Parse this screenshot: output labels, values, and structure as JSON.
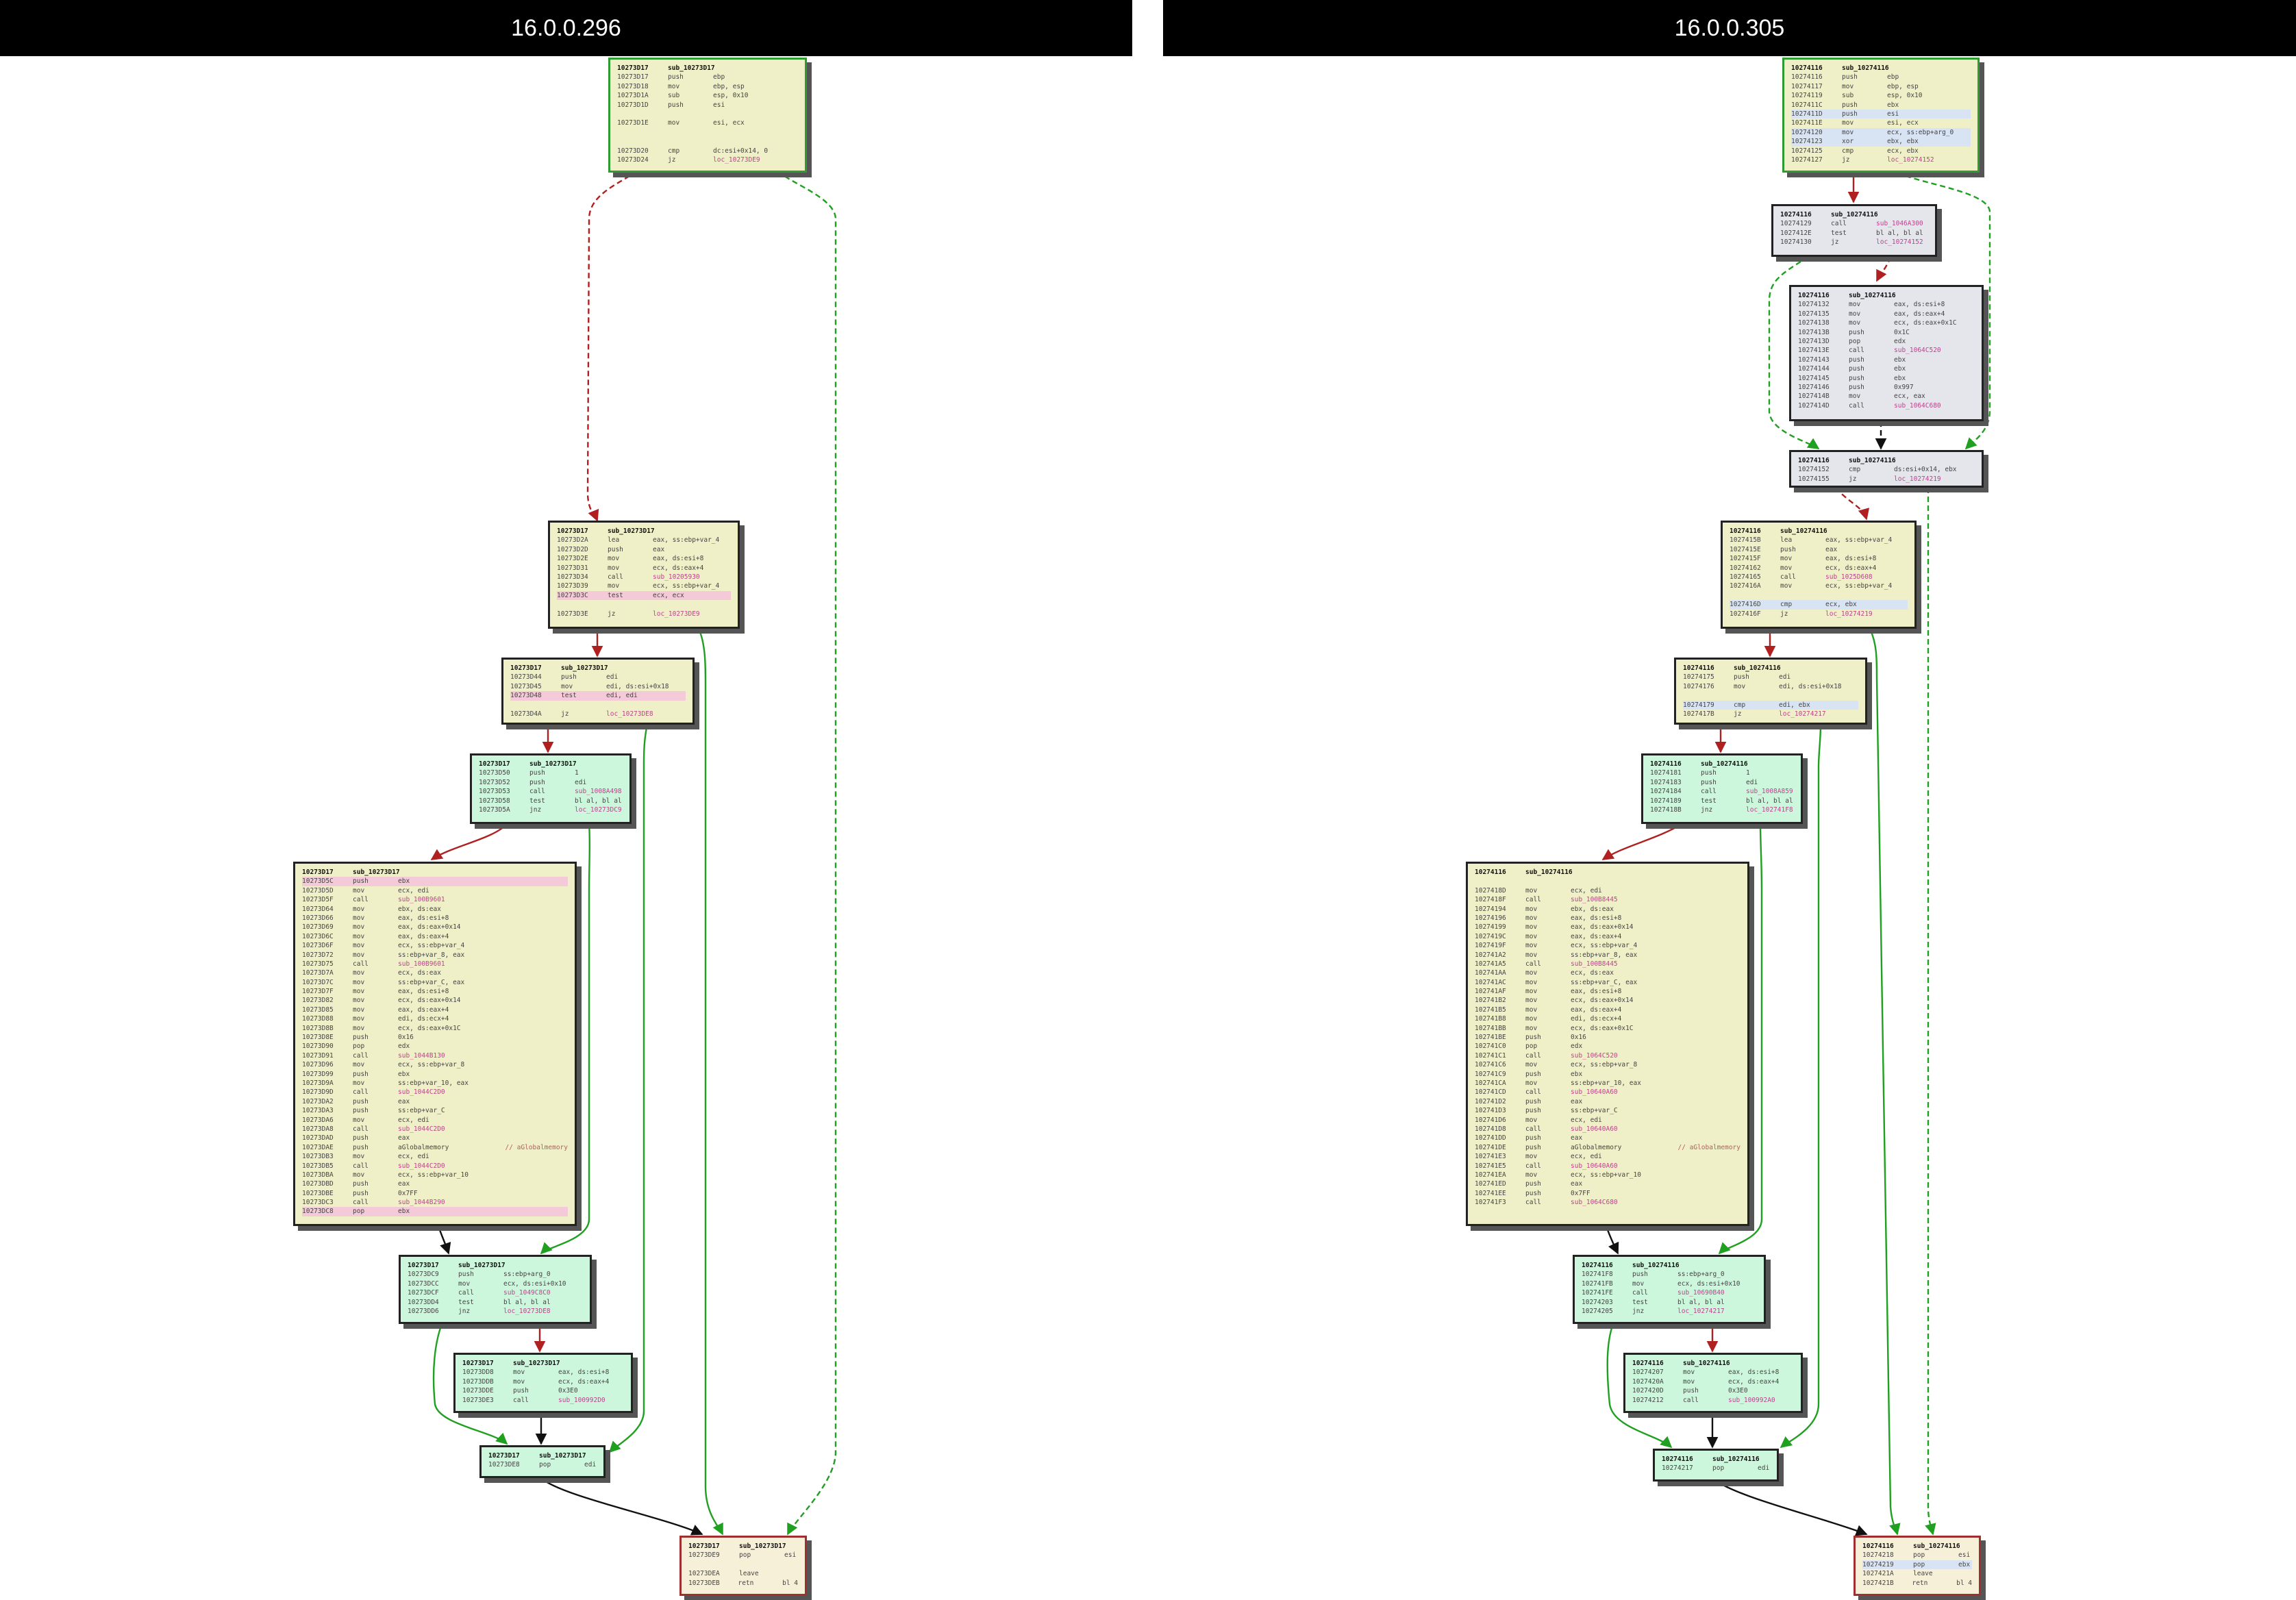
{
  "panes": [
    {
      "title": "16.0.0.296"
    },
    {
      "title": "16.0.0.305"
    }
  ],
  "blocks": [
    {
      "id": "L1",
      "color": "yellow",
      "border": "bg-border",
      "name": "10273D17",
      "label": "sub_10273D17",
      "rows": [
        [
          "10273D17",
          "push",
          "ebp"
        ],
        [
          "10273D18",
          "mov",
          "ebp, esp"
        ],
        [
          "10273D1A",
          "sub",
          "esp, 0x10"
        ],
        [
          "10273D1D",
          "push",
          "esi"
        ],
        [
          "",
          "",
          ""
        ],
        [
          "10273D1E",
          "mov",
          "esi, ecx"
        ],
        [
          "",
          "",
          ""
        ],
        [
          "",
          "",
          ""
        ],
        [
          "10273D20",
          "cmp",
          "dc:esi+0x14, 0"
        ],
        [
          "10273D24",
          "jz",
          "loc_10273DE9"
        ]
      ]
    },
    {
      "id": "L2",
      "color": "yellow",
      "border": "",
      "name": "10273D17",
      "label": "sub_10273D17",
      "rows": [
        [
          "10273D2A",
          "lea",
          "eax, ss:ebp+var_4"
        ],
        [
          "10273D2D",
          "push",
          "eax"
        ],
        [
          "10273D2E",
          "mov",
          "eax, ds:esi+8"
        ],
        [
          "10273D31",
          "mov",
          "ecx, ds:eax+4"
        ],
        [
          "10273D34",
          "call",
          "sub_10205930"
        ],
        [
          "10273D39",
          "mov",
          "ecx, ss:ebp+var_4"
        ],
        [
          "10273D3C",
          "test",
          "ecx, ecx",
          "pink"
        ],
        [
          "",
          "",
          ""
        ],
        [
          "10273D3E",
          "jz",
          "loc_10273DE9"
        ]
      ]
    },
    {
      "id": "L3",
      "color": "yellow",
      "border": "",
      "name": "10273D17",
      "label": "sub_10273D17",
      "rows": [
        [
          "10273D44",
          "push",
          "edi"
        ],
        [
          "10273D45",
          "mov",
          "edi, ds:esi+0x18"
        ],
        [
          "10273D48",
          "test",
          "edi, edi",
          "pink"
        ],
        [
          "",
          "",
          ""
        ],
        [
          "10273D4A",
          "jz",
          "loc_10273DE8"
        ]
      ]
    },
    {
      "id": "L4",
      "color": "green",
      "border": "",
      "name": "10273D17",
      "label": "sub_10273D17",
      "rows": [
        [
          "10273D50",
          "push",
          "1"
        ],
        [
          "10273D52",
          "push",
          "edi"
        ],
        [
          "10273D53",
          "call",
          "sub_1008A498"
        ],
        [
          "10273D58",
          "test",
          "bl al, bl al"
        ],
        [
          "10273D5A",
          "jnz",
          "loc_10273DC9"
        ]
      ]
    },
    {
      "id": "L5",
      "color": "yellow",
      "border": "",
      "name": "10273D17",
      "label": "sub_10273D17",
      "rows": [
        [
          "10273D5C",
          "push",
          "ebx",
          "pink"
        ],
        [
          "10273D5D",
          "mov",
          "ecx, edi"
        ],
        [
          "10273D5F",
          "call",
          "sub_100B9601"
        ],
        [
          "10273D64",
          "mov",
          "ebx, ds:eax"
        ],
        [
          "10273D66",
          "mov",
          "eax, ds:esi+8"
        ],
        [
          "10273D69",
          "mov",
          "eax, ds:eax+0x14"
        ],
        [
          "10273D6C",
          "mov",
          "eax, ds:eax+4"
        ],
        [
          "10273D6F",
          "mov",
          "ecx, ss:ebp+var_4"
        ],
        [
          "10273D72",
          "mov",
          "ss:ebp+var_8, eax"
        ],
        [
          "10273D75",
          "call",
          "sub_100B9601"
        ],
        [
          "10273D7A",
          "mov",
          "ecx, ds:eax"
        ],
        [
          "10273D7C",
          "mov",
          "ss:ebp+var_C, eax"
        ],
        [
          "10273D7F",
          "mov",
          "eax, ds:esi+8"
        ],
        [
          "10273D82",
          "mov",
          "ecx, ds:eax+0x14"
        ],
        [
          "10273D85",
          "mov",
          "eax, ds:eax+4"
        ],
        [
          "10273D88",
          "mov",
          "edi, ds:ecx+4"
        ],
        [
          "10273D8B",
          "mov",
          "ecx, ds:eax+0x1C"
        ],
        [
          "10273D8E",
          "push",
          "0x16"
        ],
        [
          "10273D90",
          "pop",
          "edx"
        ],
        [
          "10273D91",
          "call",
          "sub_1044B130"
        ],
        [
          "10273D96",
          "mov",
          "ecx, ss:ebp+var_8"
        ],
        [
          "10273D99",
          "push",
          "ebx"
        ],
        [
          "10273D9A",
          "mov",
          "ss:ebp+var_10, eax"
        ],
        [
          "10273D9D",
          "call",
          "sub_1044C2D0"
        ],
        [
          "10273DA2",
          "push",
          "eax"
        ],
        [
          "10273DA3",
          "push",
          "ss:ebp+var_C"
        ],
        [
          "10273DA6",
          "mov",
          "ecx, edi"
        ],
        [
          "10273DA8",
          "call",
          "sub_1044C2D0"
        ],
        [
          "10273DAD",
          "push",
          "eax"
        ],
        [
          "10273DAE",
          "push",
          "aGlobalmemory",
          "",
          "// aGlobalmemory"
        ],
        [
          "10273DB3",
          "mov",
          "ecx, edi"
        ],
        [
          "10273DB5",
          "call",
          "sub_1044C2D0"
        ],
        [
          "10273DBA",
          "mov",
          "ecx, ss:ebp+var_10"
        ],
        [
          "10273DBD",
          "push",
          "eax"
        ],
        [
          "10273DBE",
          "push",
          "0x7FF"
        ],
        [
          "10273DC3",
          "call",
          "sub_1044B290"
        ],
        [
          "10273DC8",
          "pop",
          "ebx",
          "pink"
        ]
      ]
    },
    {
      "id": "L6",
      "color": "green",
      "border": "",
      "name": "10273D17",
      "label": "sub_10273D17",
      "rows": [
        [
          "10273DC9",
          "push",
          "ss:ebp+arg_0"
        ],
        [
          "10273DCC",
          "mov",
          "ecx, ds:esi+0x10"
        ],
        [
          "10273DCF",
          "call",
          "sub_1049C8C0"
        ],
        [
          "10273DD4",
          "test",
          "bl al, bl al"
        ],
        [
          "10273DD6",
          "jnz",
          "loc_10273DE8"
        ]
      ]
    },
    {
      "id": "L7",
      "color": "green",
      "border": "",
      "name": "10273D17",
      "label": "sub_10273D17",
      "rows": [
        [
          "10273DD8",
          "mov",
          "eax, ds:esi+8"
        ],
        [
          "10273DDB",
          "mov",
          "ecx, ds:eax+4"
        ],
        [
          "10273DDE",
          "push",
          "0x3E0"
        ],
        [
          "10273DE3",
          "call",
          "sub_100992D0"
        ]
      ]
    },
    {
      "id": "L8",
      "color": "green",
      "border": "",
      "name": "10273D17",
      "label": "sub_10273D17",
      "rows": [
        [
          "10273DE8",
          "pop",
          "edi"
        ]
      ]
    },
    {
      "id": "L9",
      "color": "cream",
      "border": "br-border",
      "name": "10273D17",
      "label": "sub_10273D17",
      "rows": [
        [
          "10273DE9",
          "pop",
          "esi"
        ],
        [
          "",
          "",
          ""
        ],
        [
          "10273DEA",
          "leave",
          ""
        ],
        [
          "10273DEB",
          "retn",
          "bl 4"
        ]
      ]
    },
    {
      "id": "R1",
      "color": "yellow",
      "border": "bg-border",
      "name": "10274116",
      "label": "sub_10274116",
      "rows": [
        [
          "10274116",
          "push",
          "ebp"
        ],
        [
          "10274117",
          "mov",
          "ebp, esp"
        ],
        [
          "10274119",
          "sub",
          "esp, 0x10"
        ],
        [
          "1027411C",
          "push",
          "ebx"
        ],
        [
          "1027411D",
          "push",
          "esi",
          "blue"
        ],
        [
          "1027411E",
          "mov",
          "esi, ecx"
        ],
        [
          "10274120",
          "mov",
          "ecx, ss:ebp+arg_0",
          "blue"
        ],
        [
          "10274123",
          "xor",
          "ebx, ebx",
          "blue"
        ],
        [
          "10274125",
          "cmp",
          "ecx, ebx"
        ],
        [
          "10274127",
          "jz",
          "loc_10274152"
        ]
      ]
    },
    {
      "id": "R2",
      "color": "gray",
      "border": "",
      "name": "10274116",
      "label": "sub_10274116",
      "rows": [
        [
          "10274129",
          "call",
          "sub_1046A300"
        ],
        [
          "1027412E",
          "test",
          "bl al, bl al"
        ],
        [
          "10274130",
          "jz",
          "loc_10274152"
        ]
      ]
    },
    {
      "id": "R3",
      "color": "gray",
      "border": "",
      "name": "10274116",
      "label": "sub_10274116",
      "rows": [
        [
          "10274132",
          "mov",
          "eax, ds:esi+8"
        ],
        [
          "10274135",
          "mov",
          "eax, ds:eax+4"
        ],
        [
          "10274138",
          "mov",
          "ecx, ds:eax+0x1C"
        ],
        [
          "1027413B",
          "push",
          "0x1C"
        ],
        [
          "1027413D",
          "pop",
          "edx"
        ],
        [
          "1027413E",
          "call",
          "sub_1064C520"
        ],
        [
          "10274143",
          "push",
          "ebx"
        ],
        [
          "10274144",
          "push",
          "ebx"
        ],
        [
          "10274145",
          "push",
          "ebx"
        ],
        [
          "10274146",
          "push",
          "0x997"
        ],
        [
          "1027414B",
          "mov",
          "ecx, eax"
        ],
        [
          "1027414D",
          "call",
          "sub_1064C680"
        ]
      ]
    },
    {
      "id": "R4",
      "color": "gray",
      "border": "",
      "name": "10274116",
      "label": "sub_10274116",
      "rows": [
        [
          "10274152",
          "cmp",
          "ds:esi+0x14, ebx"
        ],
        [
          "10274155",
          "jz",
          "loc_10274219"
        ]
      ]
    },
    {
      "id": "R5",
      "color": "yellow",
      "border": "",
      "name": "10274116",
      "label": "sub_10274116",
      "rows": [
        [
          "1027415B",
          "lea",
          "eax, ss:ebp+var_4"
        ],
        [
          "1027415E",
          "push",
          "eax"
        ],
        [
          "1027415F",
          "mov",
          "eax, ds:esi+8"
        ],
        [
          "10274162",
          "mov",
          "ecx, ds:eax+4"
        ],
        [
          "10274165",
          "call",
          "sub_1025D608"
        ],
        [
          "1027416A",
          "mov",
          "ecx, ss:ebp+var_4"
        ],
        [
          "",
          "",
          ""
        ],
        [
          "1027416D",
          "cmp",
          "ecx, ebx",
          "blue"
        ],
        [
          "1027416F",
          "jz",
          "loc_10274219"
        ]
      ]
    },
    {
      "id": "R6",
      "color": "yellow",
      "border": "",
      "name": "10274116",
      "label": "sub_10274116",
      "rows": [
        [
          "10274175",
          "push",
          "edi"
        ],
        [
          "10274176",
          "mov",
          "edi, ds:esi+0x18"
        ],
        [
          "",
          "",
          ""
        ],
        [
          "10274179",
          "cmp",
          "edi, ebx",
          "blue"
        ],
        [
          "1027417B",
          "jz",
          "loc_10274217"
        ]
      ]
    },
    {
      "id": "R7",
      "color": "green",
      "border": "",
      "name": "10274116",
      "label": "sub_10274116",
      "rows": [
        [
          "10274181",
          "push",
          "1"
        ],
        [
          "10274183",
          "push",
          "edi"
        ],
        [
          "10274184",
          "call",
          "sub_1008A859"
        ],
        [
          "10274189",
          "test",
          "bl al, bl al"
        ],
        [
          "1027418B",
          "jnz",
          "loc_102741F8"
        ]
      ]
    },
    {
      "id": "R8",
      "color": "yellow",
      "border": "",
      "name": "10274116",
      "label": "sub_10274116",
      "rows": [
        [
          "",
          "",
          ""
        ],
        [
          "1027418D",
          "mov",
          "ecx, edi"
        ],
        [
          "1027418F",
          "call",
          "sub_100B8445"
        ],
        [
          "10274194",
          "mov",
          "ebx, ds:eax"
        ],
        [
          "10274196",
          "mov",
          "eax, ds:esi+8"
        ],
        [
          "10274199",
          "mov",
          "eax, ds:eax+0x14"
        ],
        [
          "1027419C",
          "mov",
          "eax, ds:eax+4"
        ],
        [
          "1027419F",
          "mov",
          "ecx, ss:ebp+var_4"
        ],
        [
          "102741A2",
          "mov",
          "ss:ebp+var_8, eax"
        ],
        [
          "102741A5",
          "call",
          "sub_100B8445"
        ],
        [
          "102741AA",
          "mov",
          "ecx, ds:eax"
        ],
        [
          "102741AC",
          "mov",
          "ss:ebp+var_C, eax"
        ],
        [
          "102741AF",
          "mov",
          "eax, ds:esi+8"
        ],
        [
          "102741B2",
          "mov",
          "ecx, ds:eax+0x14"
        ],
        [
          "102741B5",
          "mov",
          "eax, ds:eax+4"
        ],
        [
          "102741B8",
          "mov",
          "edi, ds:ecx+4"
        ],
        [
          "102741BB",
          "mov",
          "ecx, ds:eax+0x1C"
        ],
        [
          "102741BE",
          "push",
          "0x16"
        ],
        [
          "102741C0",
          "pop",
          "edx"
        ],
        [
          "102741C1",
          "call",
          "sub_1064C520"
        ],
        [
          "102741C6",
          "mov",
          "ecx, ss:ebp+var_8"
        ],
        [
          "102741C9",
          "push",
          "ebx"
        ],
        [
          "102741CA",
          "mov",
          "ss:ebp+var_10, eax"
        ],
        [
          "102741CD",
          "call",
          "sub_10640A60"
        ],
        [
          "102741D2",
          "push",
          "eax"
        ],
        [
          "102741D3",
          "push",
          "ss:ebp+var_C"
        ],
        [
          "102741D6",
          "mov",
          "ecx, edi"
        ],
        [
          "102741D8",
          "call",
          "sub_10640A60"
        ],
        [
          "102741DD",
          "push",
          "eax"
        ],
        [
          "102741DE",
          "push",
          "aGlobalmemory",
          "",
          "// aGlobalmemory"
        ],
        [
          "102741E3",
          "mov",
          "ecx, edi"
        ],
        [
          "102741E5",
          "call",
          "sub_10640A60"
        ],
        [
          "102741EA",
          "mov",
          "ecx, ss:ebp+var_10"
        ],
        [
          "102741ED",
          "push",
          "eax"
        ],
        [
          "102741EE",
          "push",
          "0x7FF"
        ],
        [
          "102741F3",
          "call",
          "sub_1064C680"
        ]
      ]
    },
    {
      "id": "R9",
      "color": "green",
      "border": "",
      "name": "10274116",
      "label": "sub_10274116",
      "rows": [
        [
          "102741F8",
          "push",
          "ss:ebp+arg_0"
        ],
        [
          "102741FB",
          "mov",
          "ecx, ds:esi+0x10"
        ],
        [
          "102741FE",
          "call",
          "sub_10690B40"
        ],
        [
          "10274203",
          "test",
          "bl al, bl al"
        ],
        [
          "10274205",
          "jnz",
          "loc_10274217"
        ]
      ]
    },
    {
      "id": "R10",
      "color": "green",
      "border": "",
      "name": "10274116",
      "label": "sub_10274116",
      "rows": [
        [
          "10274207",
          "mov",
          "eax, ds:esi+8"
        ],
        [
          "1027420A",
          "mov",
          "ecx, ds:eax+4"
        ],
        [
          "1027420D",
          "push",
          "0x3E0"
        ],
        [
          "10274212",
          "call",
          "sub_100992A0"
        ]
      ]
    },
    {
      "id": "R11",
      "color": "green",
      "border": "",
      "name": "10274116",
      "label": "sub_10274116",
      "rows": [
        [
          "10274217",
          "pop",
          "edi"
        ]
      ]
    },
    {
      "id": "R12",
      "color": "cream",
      "border": "br-border",
      "name": "10274116",
      "label": "sub_10274116",
      "rows": [
        [
          "10274218",
          "pop",
          "esi"
        ],
        [
          "10274219",
          "pop",
          "ebx",
          "blue"
        ],
        [
          "1027421A",
          "leave",
          ""
        ],
        [
          "1027421B",
          "retn",
          "bl 4"
        ]
      ]
    }
  ]
}
